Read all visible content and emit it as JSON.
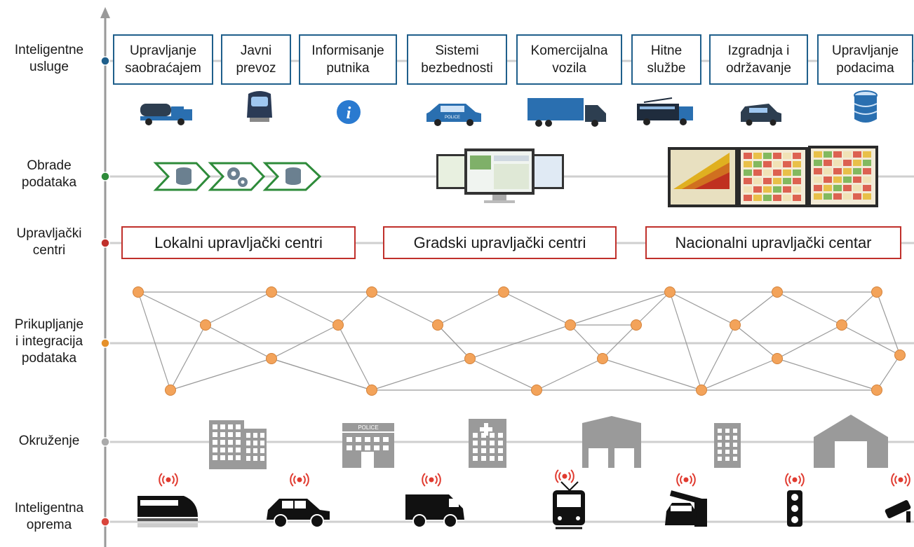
{
  "layers": [
    {
      "label": "Inteligentne\nusluge",
      "color": "#1f5f8b"
    },
    {
      "label": "Obrade\npodataka",
      "color": "#2e8b3a"
    },
    {
      "label": "Upravljački\ncentri",
      "color": "#c0302b"
    },
    {
      "label": "Prikupljanje\ni integracija\npodataka",
      "color": "#e5902a"
    },
    {
      "label": "Okruženje",
      "color": "#aaaaaa"
    },
    {
      "label": "Inteligentna\noprema",
      "color": "#d9453c"
    }
  ],
  "services": [
    {
      "label": "Upravljanje\nsaobraćajem",
      "icon": "tanker-truck-icon"
    },
    {
      "label": "Javni\nprevoz",
      "icon": "train-front-icon"
    },
    {
      "label": "Informisanje\nputnika",
      "icon": "info-icon"
    },
    {
      "label": "Sistemi\nbezbednosti",
      "icon": "police-car-icon"
    },
    {
      "label": "Komercijalna\nvozila",
      "icon": "lorry-icon"
    },
    {
      "label": "Hitne\nslužbe",
      "icon": "fire-truck-icon"
    },
    {
      "label": "Izgradnja i\nodržavanje",
      "icon": "utility-truck-icon"
    },
    {
      "label": "Upravljanje\npodacima",
      "icon": "database-icon"
    }
  ],
  "processing": {
    "pipeline_icons": [
      "database-icon",
      "gears-icon",
      "database-icon"
    ],
    "display_icons": [
      "monitors-dashboard-icon",
      "video-wall-icon"
    ]
  },
  "centers": [
    {
      "label": "Lokalni upravljački centri"
    },
    {
      "label": "Gradski upravljački centri"
    },
    {
      "label": "Nacionalni upravljački centar"
    }
  ],
  "environment_icons": [
    "office-building-icon",
    "police-station-icon",
    "hospital-icon",
    "fire-station-icon",
    "apartment-building-icon",
    "warehouse-icon"
  ],
  "equipment_icons": [
    "high-speed-train-icon",
    "car-icon",
    "van-icon",
    "tram-icon",
    "toll-gate-icon",
    "traffic-light-icon",
    "camera-icon"
  ],
  "wireless_icon": "wireless-signal-icon",
  "police_text": "POLICE",
  "colors": {
    "service_border": "#1f5f8b",
    "center_border": "#c0302b",
    "node_fill": "#f3a35a",
    "axis": "#999999",
    "icon_gray": "#9a9a9a",
    "signal_red": "#e03a2f"
  }
}
